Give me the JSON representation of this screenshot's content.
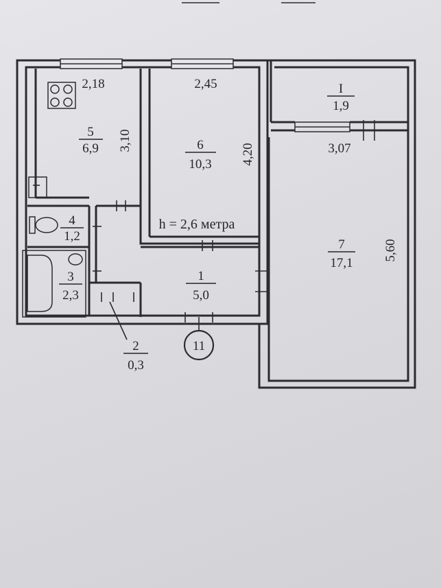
{
  "plan": {
    "ceiling_height": "h = 2,6 метра",
    "entrance_marker": "11",
    "rooms": [
      {
        "id": "kitchen",
        "number": "5",
        "area": "6,9",
        "dim_top": "2,18",
        "dim_side": "3,10"
      },
      {
        "id": "room6",
        "number": "6",
        "area": "10,3",
        "dim_top": "2,45",
        "dim_side": "4,20"
      },
      {
        "id": "balcony",
        "number": "I",
        "area": "1,9"
      },
      {
        "id": "room7",
        "number": "7",
        "area": "17,1",
        "dim_top": "3,07",
        "dim_side": "5,60"
      },
      {
        "id": "toilet",
        "number": "4",
        "area": "1,2"
      },
      {
        "id": "bathroom",
        "number": "3",
        "area": "2,3"
      },
      {
        "id": "hall",
        "number": "1",
        "area": "5,0"
      },
      {
        "id": "closet",
        "number": "2",
        "area": "0,3"
      }
    ]
  }
}
